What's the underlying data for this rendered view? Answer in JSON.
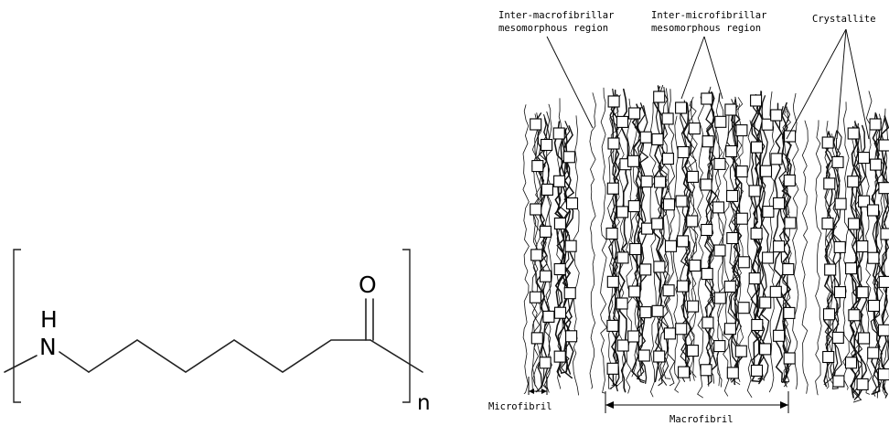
{
  "structure": {
    "atom_O": "O",
    "atom_H": "H",
    "atom_N": "N",
    "repeat": "n"
  },
  "diagram": {
    "label_inter_macro_1": "Inter-macrofibrillar",
    "label_inter_macro_2": "mesomorphous region",
    "label_inter_micro_1": "Inter-microfibrillar",
    "label_inter_micro_2": "mesomorphous region",
    "label_crystallite": "Crystallite",
    "label_microfibril": "Microfibril",
    "label_macrofibril": "Macrofibril"
  }
}
